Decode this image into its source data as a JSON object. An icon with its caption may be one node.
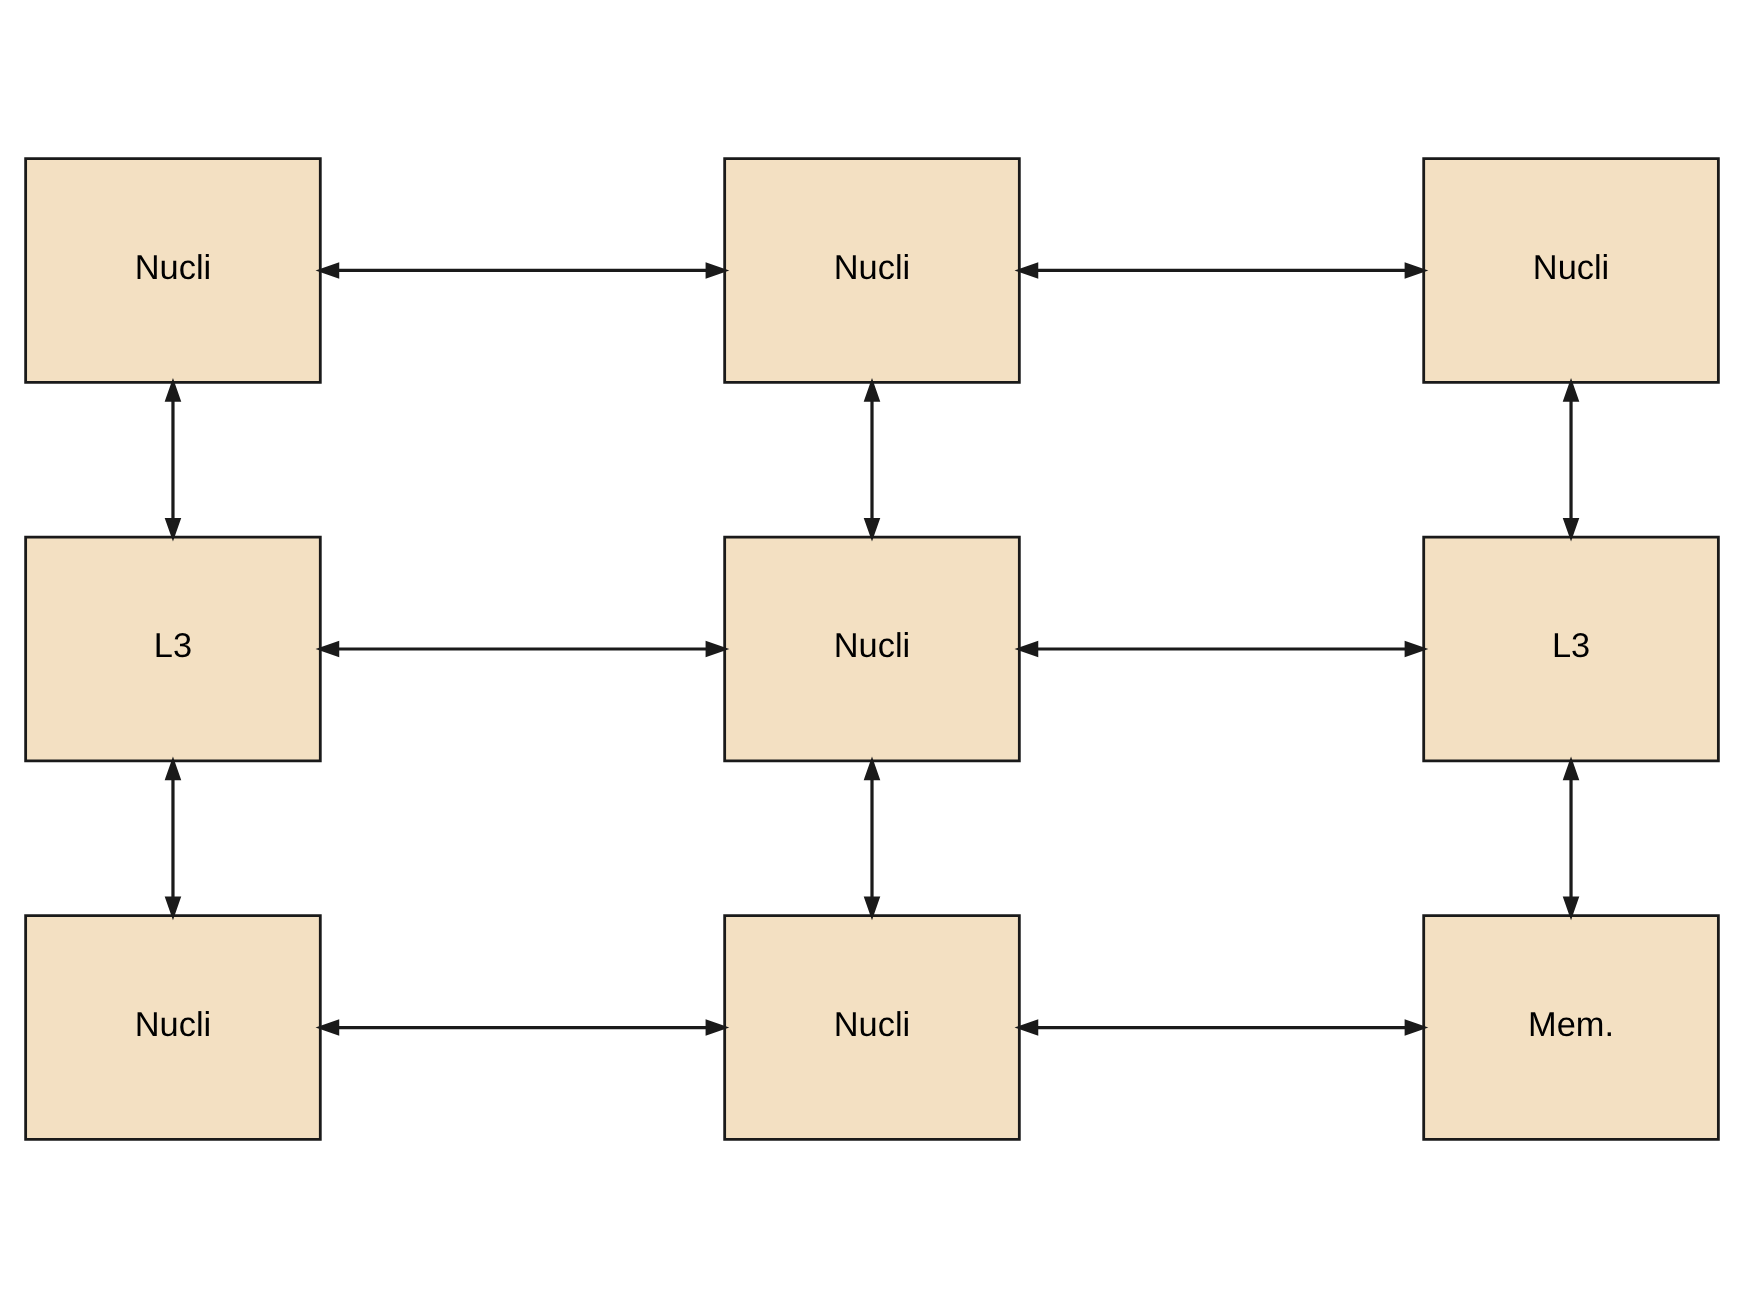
{
  "diagram": {
    "nodes": [
      {
        "text": [
          "Nucli"
        ]
      },
      {
        "text": [
          "Nucli"
        ]
      },
      {
        "text": [
          "Nucli"
        ]
      },
      {
        "text": [
          "L3"
        ]
      },
      {
        "text": [
          "Nucli"
        ]
      },
      {
        "text": [
          "L3"
        ]
      },
      {
        "text": [
          "Nucli"
        ]
      },
      {
        "text": [
          "Nucli"
        ]
      },
      {
        "text": [
          "Mem."
        ]
      }
    ],
    "edges": [
      {
        "from": 0,
        "to": 1,
        "arrow": "both"
      },
      {
        "from": 1,
        "to": 2,
        "arrow": "both"
      },
      {
        "from": 0,
        "to": 3,
        "arrow": "both"
      },
      {
        "from": 1,
        "to": 4,
        "arrow": "both"
      },
      {
        "from": 2,
        "to": 5,
        "arrow": "both"
      },
      {
        "from": 3,
        "to": 4,
        "arrow": "both"
      },
      {
        "from": 4,
        "to": 5,
        "arrow": "both"
      },
      {
        "from": 3,
        "to": 6,
        "arrow": "both"
      },
      {
        "from": 4,
        "to": 7,
        "arrow": "both"
      },
      {
        "from": 5,
        "to": 8,
        "arrow": "both"
      },
      {
        "from": 6,
        "to": 7,
        "arrow": "both"
      },
      {
        "from": 7,
        "to": 8,
        "arrow": "both"
      }
    ]
  }
}
